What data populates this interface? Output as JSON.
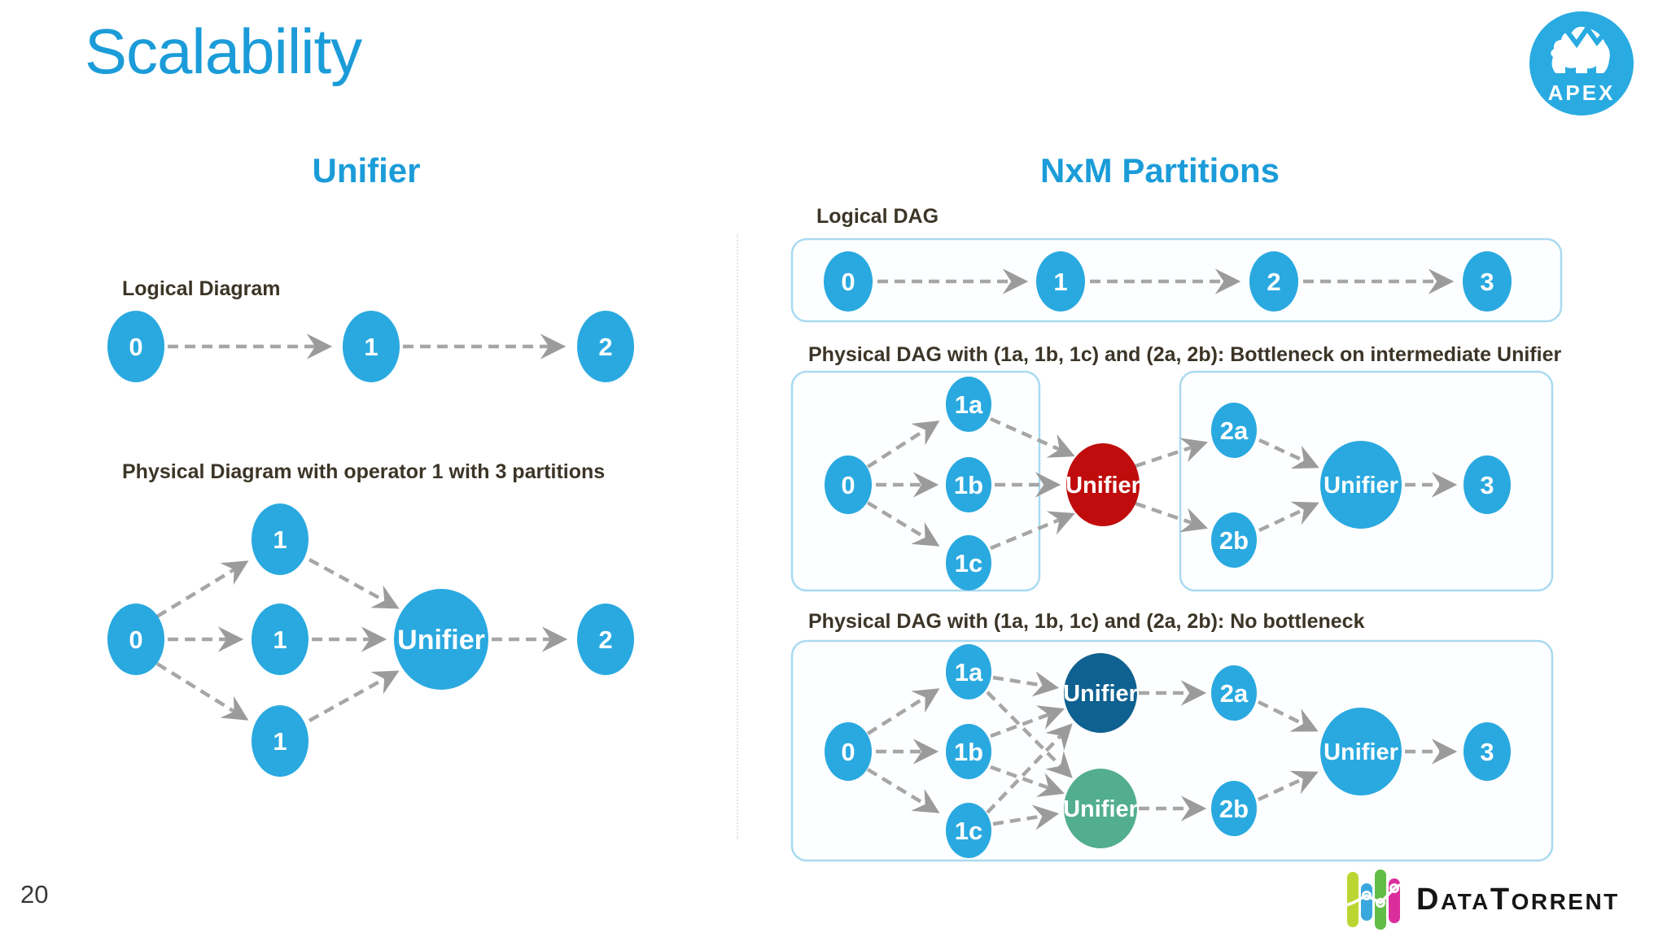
{
  "slide": {
    "title": "Scalability",
    "page_number": "20"
  },
  "apex_logo": {
    "text": "APEX"
  },
  "datatorrent_logo": {
    "d": "D",
    "ata": "ATA",
    "t": "T",
    "orrent": "ORRENT"
  },
  "left_section": {
    "heading": "Unifier",
    "logical": {
      "label": "Logical Diagram",
      "nodes": [
        "0",
        "1",
        "2"
      ],
      "edges": [
        "0→1",
        "1→2"
      ]
    },
    "physical": {
      "label": "Physical Diagram with operator 1 with 3 partitions",
      "source": "0",
      "partitions": [
        "1",
        "1",
        "1"
      ],
      "unifier": "Unifier",
      "sink": "2",
      "edges": [
        "0→1(top)",
        "0→1(mid)",
        "0→1(bottom)",
        "1(top)→Unifier",
        "1(mid)→Unifier",
        "1(bottom)→Unifier",
        "Unifier→2"
      ]
    }
  },
  "right_section": {
    "heading": "NxM Partitions",
    "logical_dag": {
      "label": "Logical DAG",
      "nodes": [
        "0",
        "1",
        "2",
        "3"
      ],
      "edges": [
        "0→1",
        "1→2",
        "2→3"
      ]
    },
    "bottleneck_dag": {
      "label": "Physical DAG with (1a, 1b, 1c) and (2a, 2b): Bottleneck on intermediate Unifier",
      "source": "0",
      "stage1": [
        "1a",
        "1b",
        "1c"
      ],
      "unifier1": "Unifier",
      "stage2": [
        "2a",
        "2b"
      ],
      "unifier2": "Unifier",
      "sink": "3",
      "edges": [
        "0→1a",
        "0→1b",
        "0→1c",
        "1a→Unifier",
        "1b→Unifier",
        "1c→Unifier",
        "Unifier→2a",
        "Unifier→2b",
        "2a→Unifier2",
        "2b→Unifier2",
        "Unifier2→3"
      ]
    },
    "no_bottleneck_dag": {
      "label": "Physical DAG with (1a, 1b, 1c) and (2a, 2b): No bottleneck",
      "source": "0",
      "stage1": [
        "1a",
        "1b",
        "1c"
      ],
      "unifiers": [
        "Unifier",
        "Unifier"
      ],
      "stage2": [
        "2a",
        "2b"
      ],
      "final_unifier": "Unifier",
      "sink": "3",
      "edges": [
        "0→1a",
        "0→1b",
        "0→1c",
        "1a→UnifierA",
        "1a→UnifierB",
        "1b→UnifierA",
        "1b→UnifierB",
        "1c→UnifierA",
        "1c→UnifierB",
        "UnifierA→2a",
        "UnifierB→2b",
        "2a→FinalUnifier",
        "2b→FinalUnifier",
        "FinalUnifier→3"
      ]
    }
  },
  "colors": {
    "heading_blue": "#1B9CD9",
    "node_blue": "#29A9E0",
    "bottleneck_red": "#C00C0C",
    "unifier_navy": "#0E6190",
    "unifier_teal": "#52AE8E",
    "arrow_gray": "#A6A6A6",
    "box_border_blue": "#A9DAF1",
    "label_dark": "#3C3527",
    "apex_blue": "#29ABE2",
    "dt_yellow_green": "#BCD631",
    "dt_blue": "#3AA7DE",
    "dt_green": "#62BD47",
    "dt_magenta": "#DB2E9C"
  }
}
